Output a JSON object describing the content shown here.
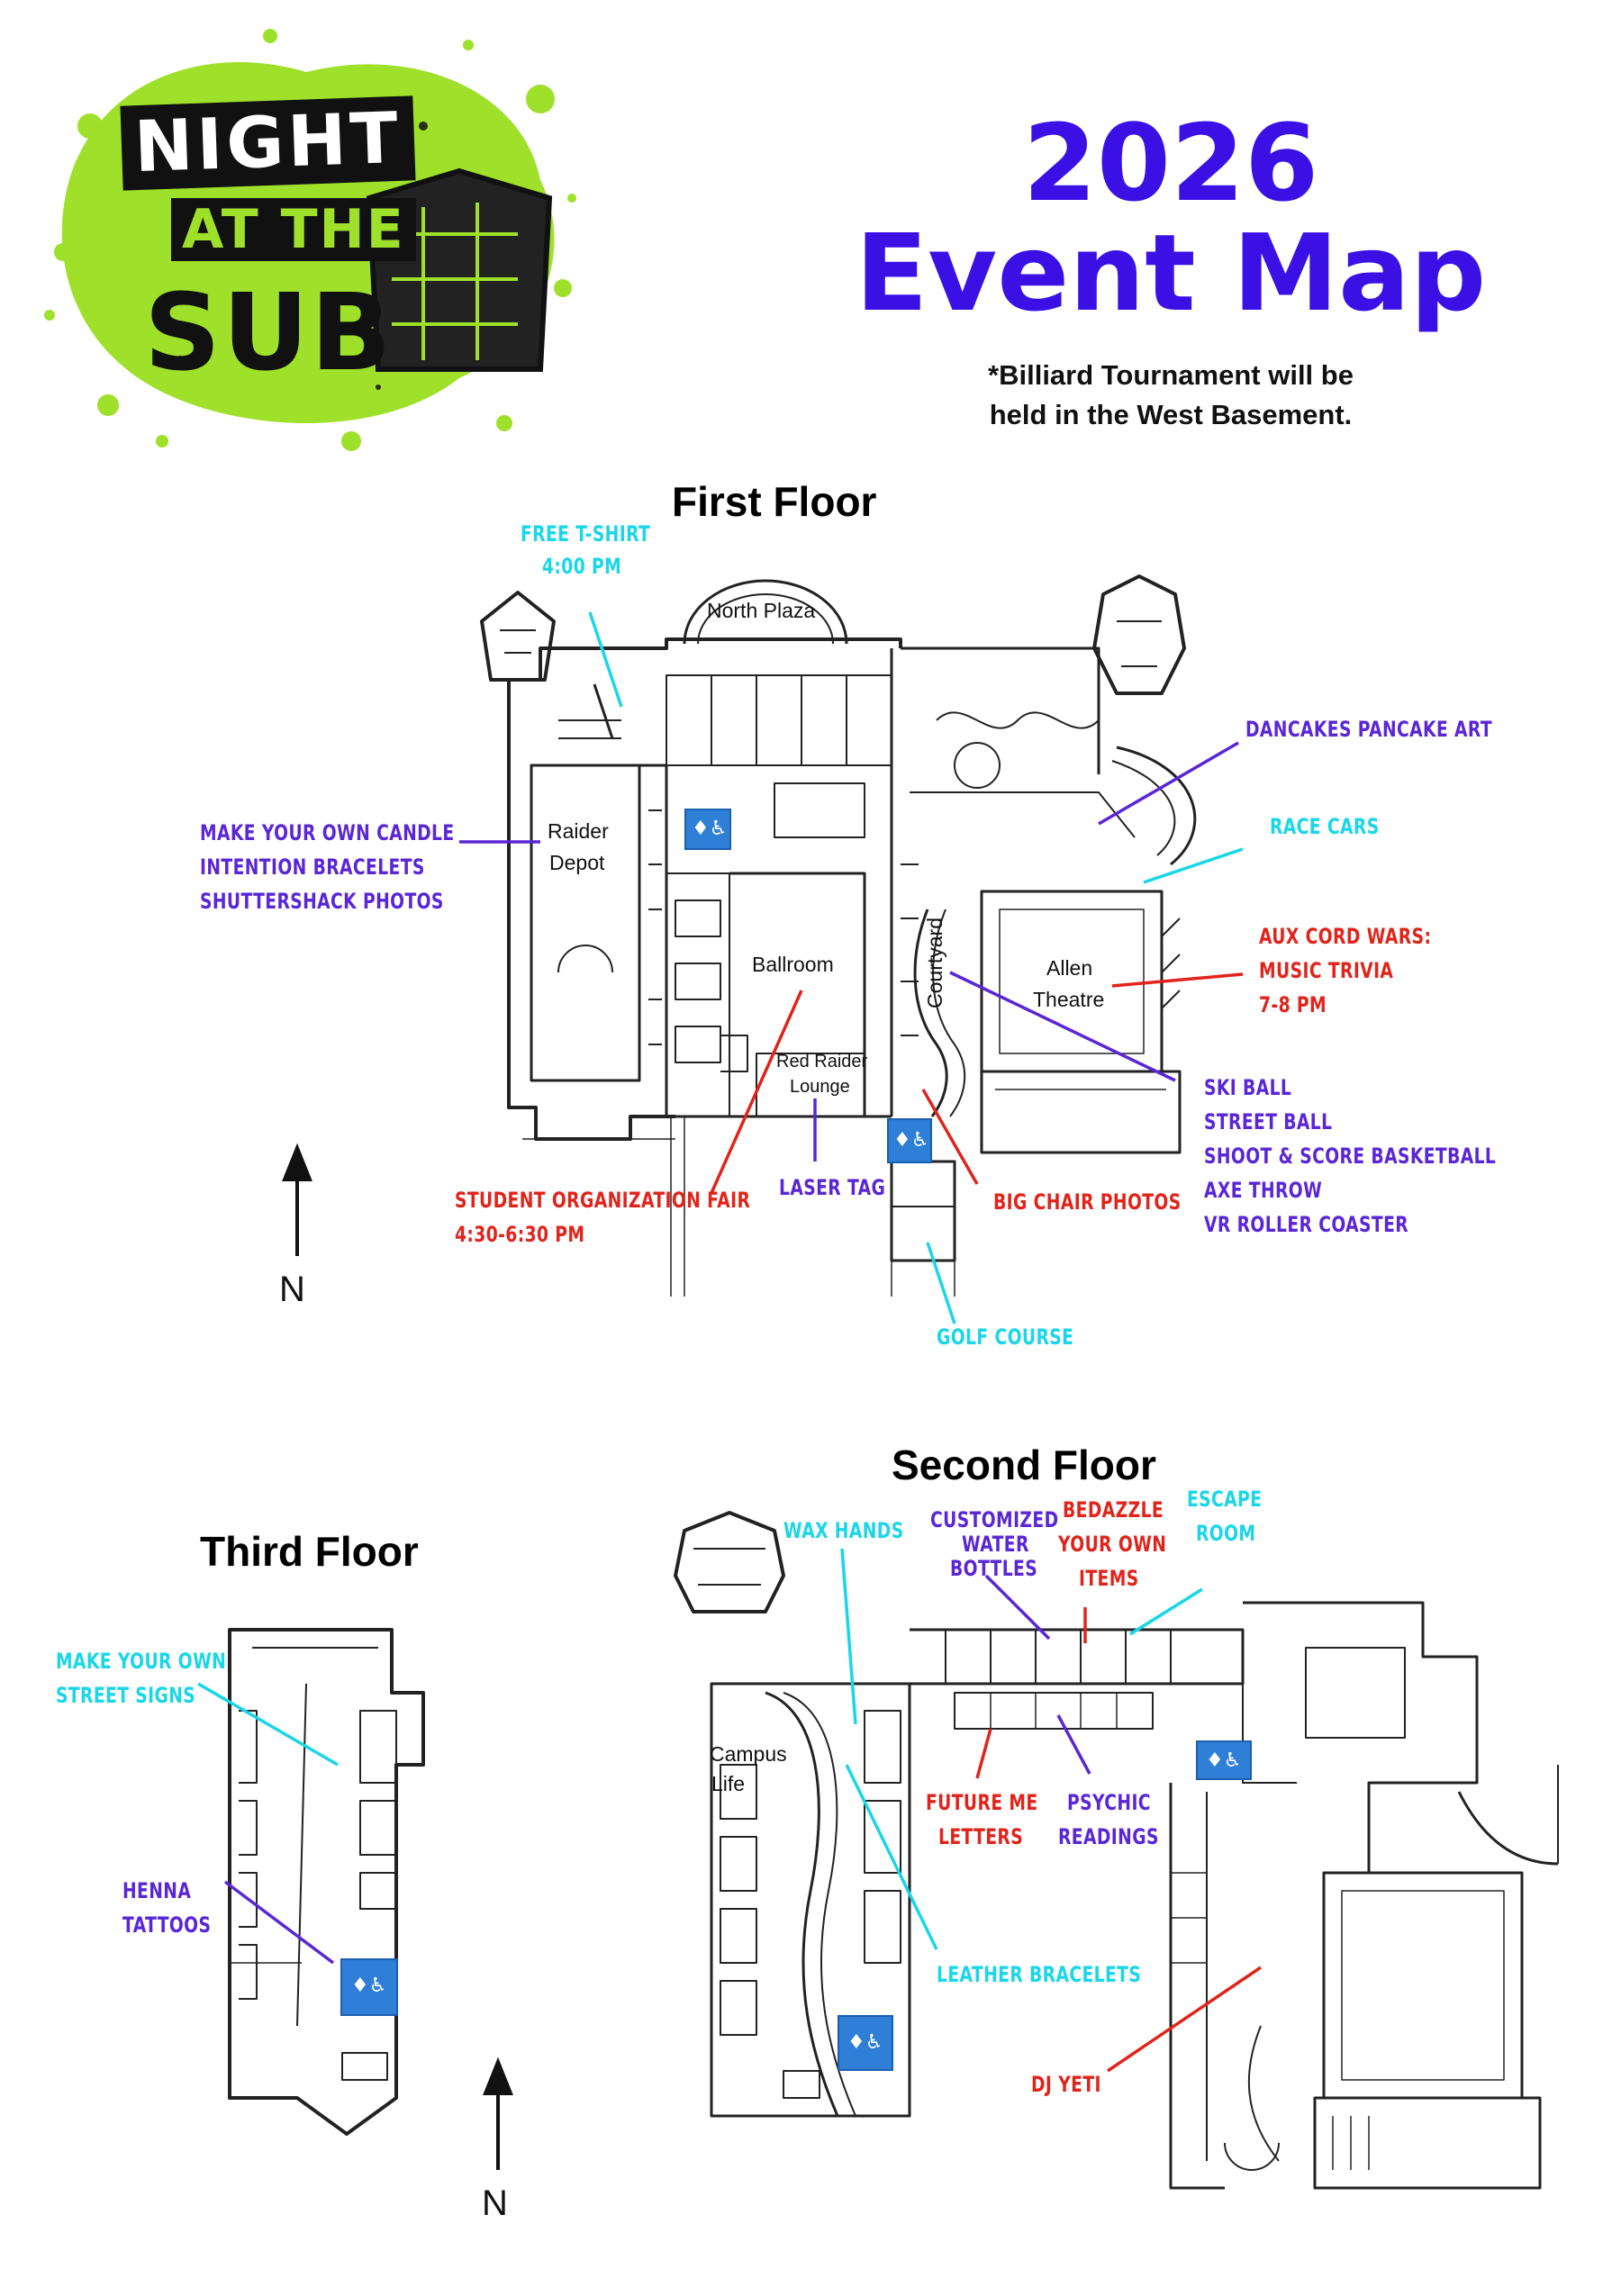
{
  "logo": {
    "text_line1": "NIGHT",
    "text_line2": "AT THE",
    "text_line3": "SUB",
    "colors": {
      "splatter": "#9ee02a",
      "ink": "#111111"
    }
  },
  "header": {
    "title_line1": "2026",
    "title_line2": "Event Map",
    "note_line1": "*Billiard Tournament will be",
    "note_line2": "held in the West Basement.",
    "title_color": "#3a10e5"
  },
  "colors": {
    "cyan": "#19d6e8",
    "purple": "#5a26d6",
    "red": "#e0241b",
    "restroom": "#2f7fd6"
  },
  "first_floor": {
    "heading": "First Floor",
    "rooms": {
      "north_plaza": "North Plaza",
      "raider_depot_1": "Raider",
      "raider_depot_2": "Depot",
      "ballroom": "Ballroom",
      "courtyard": "Courtyard",
      "allen_1": "Allen",
      "allen_2": "Theatre",
      "lounge_1": "Red Raider",
      "lounge_2": "Lounge"
    },
    "labels": {
      "free_tshirt_1": "FREE T-SHIRT",
      "free_tshirt_2": "4:00 PM",
      "dancakes": "DANCAKES PANCAKE ART",
      "race_cars": "RACE CARS",
      "candle": "MAKE YOUR OWN CANDLE",
      "bracelets": "INTENTION BRACELETS",
      "shuttershack": "SHUTTERSHACK PHOTOS",
      "aux_1": "AUX CORD WARS:",
      "aux_2": "MUSIC TRIVIA",
      "aux_3": "7-8 PM",
      "ski_ball": "SKI BALL",
      "street_ball": "STREET BALL",
      "shoot_score": "SHOOT & SCORE BASKETBALL",
      "axe_throw": "AXE THROW",
      "vr_coaster": "VR ROLLER COASTER",
      "org_fair_1": "STUDENT ORGANIZATION FAIR",
      "org_fair_2": "4:30-6:30 PM",
      "laser_tag": "LASER TAG",
      "big_chair": "BIG CHAIR PHOTOS",
      "golf_course": "GOLF COURSE"
    },
    "north": "N"
  },
  "second_floor": {
    "heading": "Second Floor",
    "rooms": {
      "campus_1": "Campus",
      "campus_2": "Life"
    },
    "labels": {
      "wax_hands": "WAX HANDS",
      "water_1": "CUSTOMIZED",
      "water_2": "WATER",
      "water_3": "BOTTLES",
      "bedazzle_1": "BEDAZZLE",
      "bedazzle_2": "YOUR OWN",
      "bedazzle_3": "ITEMS",
      "escape_1": "ESCAPE",
      "escape_2": "ROOM",
      "future_1": "FUTURE ME",
      "future_2": "LETTERS",
      "psychic_1": "PSYCHIC",
      "psychic_2": "READINGS",
      "leather": "LEATHER BRACELETS",
      "dj_yeti": "DJ YETI"
    }
  },
  "third_floor": {
    "heading": "Third Floor",
    "labels": {
      "street_1": "MAKE YOUR OWN",
      "street_2": "STREET SIGNS",
      "henna_1": "HENNA",
      "henna_2": "TATTOOS"
    },
    "north": "N"
  },
  "icons": {
    "restroom": "restroom-accessible-icon",
    "north_arrow": "north-arrow-icon"
  }
}
